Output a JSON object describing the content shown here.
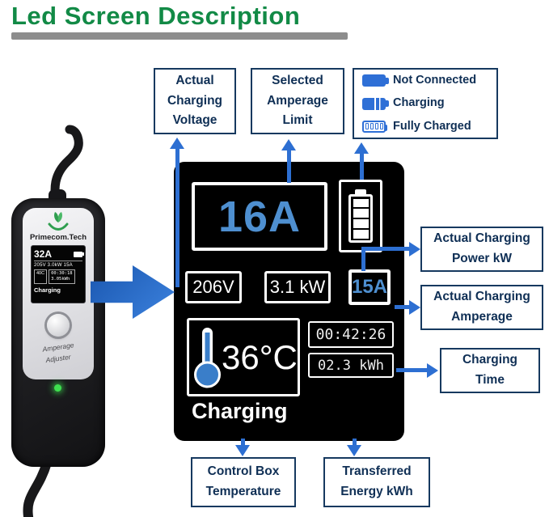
{
  "page": {
    "title": "Led Screen Description"
  },
  "device": {
    "brand": "Primecom.Tech",
    "lcd": {
      "amperage": "32A",
      "readings": "205V 3.0kW 15A",
      "temp": "40C",
      "time": "00:30:18",
      "energy": "3.05kWh",
      "status": "Charging"
    },
    "dial_label_line1": "Amperage",
    "dial_label_line2": "Adjuster"
  },
  "callouts": {
    "voltage": {
      "line1": "Actual",
      "line2": "Charging",
      "line3": "Voltage"
    },
    "amperage_limit": {
      "line1": "Selected",
      "line2": "Amperage",
      "line3": "Limit"
    },
    "power": {
      "line1": "Actual Charging",
      "line2": "Power kW"
    },
    "amperage": {
      "line1": "Actual Charging",
      "line2": "Amperage"
    },
    "time": {
      "line1": "Charging",
      "line2": "Time"
    },
    "temperature": {
      "line1": "Control Box",
      "line2": "Temperature"
    },
    "energy": {
      "line1": "Transferred",
      "line2": "Energy kWh"
    }
  },
  "legend": {
    "items": [
      {
        "icon": "battery-not-connected-icon",
        "label": "Not Connected"
      },
      {
        "icon": "battery-charging-icon",
        "label": "Charging"
      },
      {
        "icon": "battery-fully-charged-icon",
        "label": "Fully Charged"
      }
    ]
  },
  "led_screen": {
    "amperage_limit": "16A",
    "voltage": "206V",
    "power": "3.1 kW",
    "amperage": "15A",
    "temperature": "36°C",
    "time": "00:42:26",
    "energy": "02.3 kWh",
    "status": "Charging"
  },
  "colors": {
    "title_green": "#128a46",
    "callout_navy": "#16395f",
    "arrow_blue": "#2d6fd2",
    "screen_value_blue": "#4e8fd0",
    "led_green": "#3ee04f"
  }
}
